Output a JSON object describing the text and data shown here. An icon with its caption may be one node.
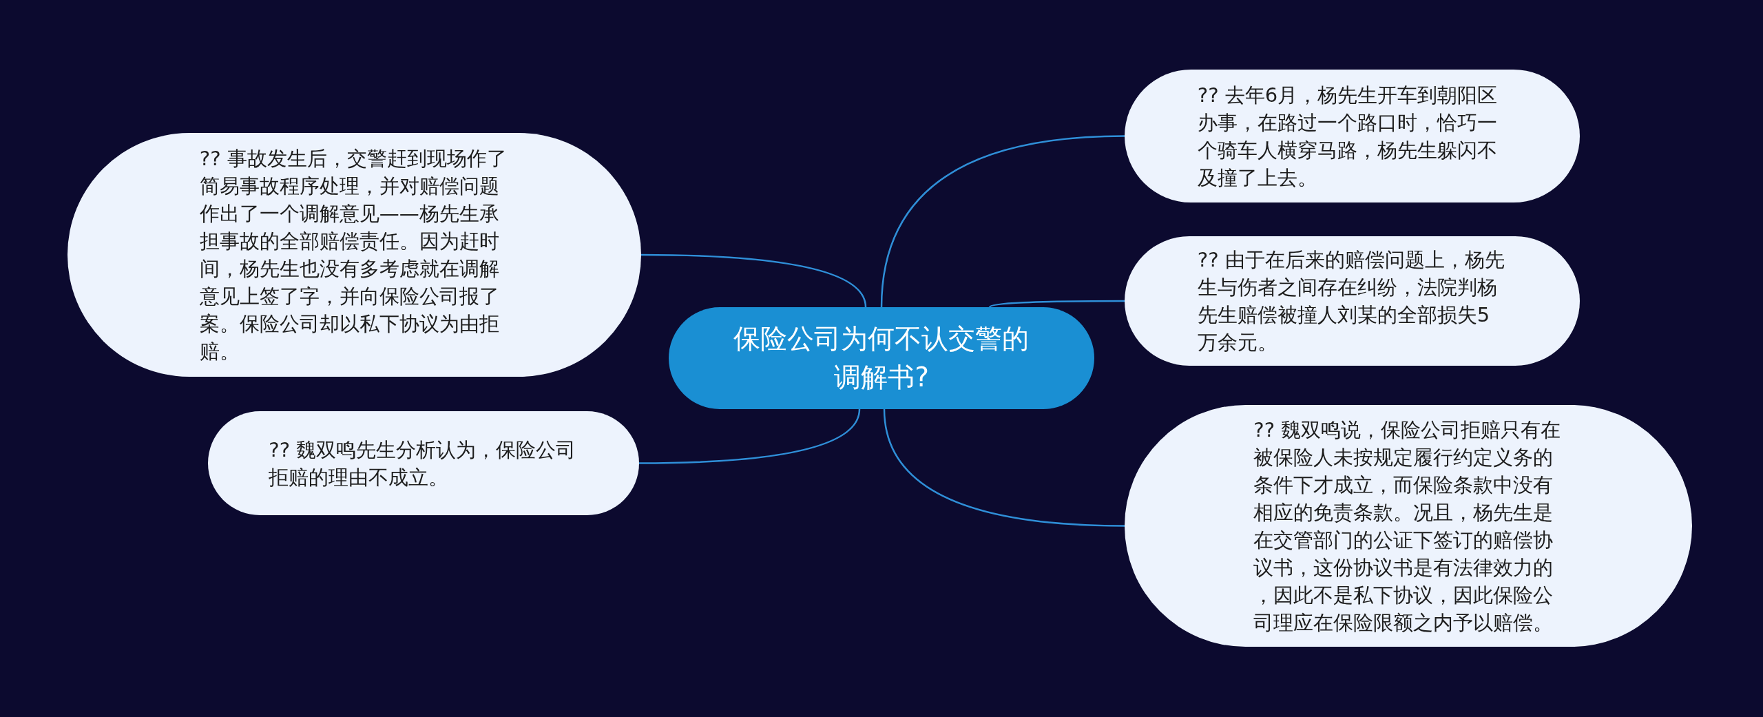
{
  "diagram": {
    "nodes": [
      {
        "text": [
          "保险公司为何不认交警的调解书?"
        ]
      },
      {
        "text": [
          "?? 事故发生后，交警赶到现场作了简易事故程序处理，并对赔偿问题作出了一个调解意见——杨先生承担事故的全部赔偿责任。因为赶时间，杨先生也没有多考虑就在调解意见上签了字，并向保险公司报了案。保险公司却以私下协议为由拒赔。"
        ]
      },
      {
        "text": [
          "?? 魏双鸣先生分析认为，保险公司拒赔的理由不成立。"
        ]
      },
      {
        "text": [
          "?? 去年6月，杨先生开车到朝阳区办事，在路过一个路口时，恰巧一个骑车人横穿马路，杨先生躲闪不及撞了上去。"
        ]
      },
      {
        "text": [
          "?? 由于在后来的赔偿问题上，杨先生与伤者之间存在纠纷，法院判杨先生赔偿被撞人刘某的全部损失5万余元。"
        ]
      },
      {
        "text": [
          "?? 魏双鸣说，保险公司拒赔只有在被保险人未按规定履行约定义务的条件下才成立，而保险条款中没有相应的免责条款。况且，杨先生是在交管部门的公证下签订的赔偿协议书，这份协议书是有法律效力的，因此不是私下协议，因此保险公司理应在保险限额之内予以赔偿。"
        ]
      }
    ],
    "edges": [
      {
        "from": 0,
        "to": 1,
        "arrow": "none"
      },
      {
        "from": 0,
        "to": 2,
        "arrow": "none"
      },
      {
        "from": 0,
        "to": 3,
        "arrow": "none"
      },
      {
        "from": 0,
        "to": 4,
        "arrow": "none"
      },
      {
        "from": 0,
        "to": 5,
        "arrow": "none"
      }
    ]
  }
}
